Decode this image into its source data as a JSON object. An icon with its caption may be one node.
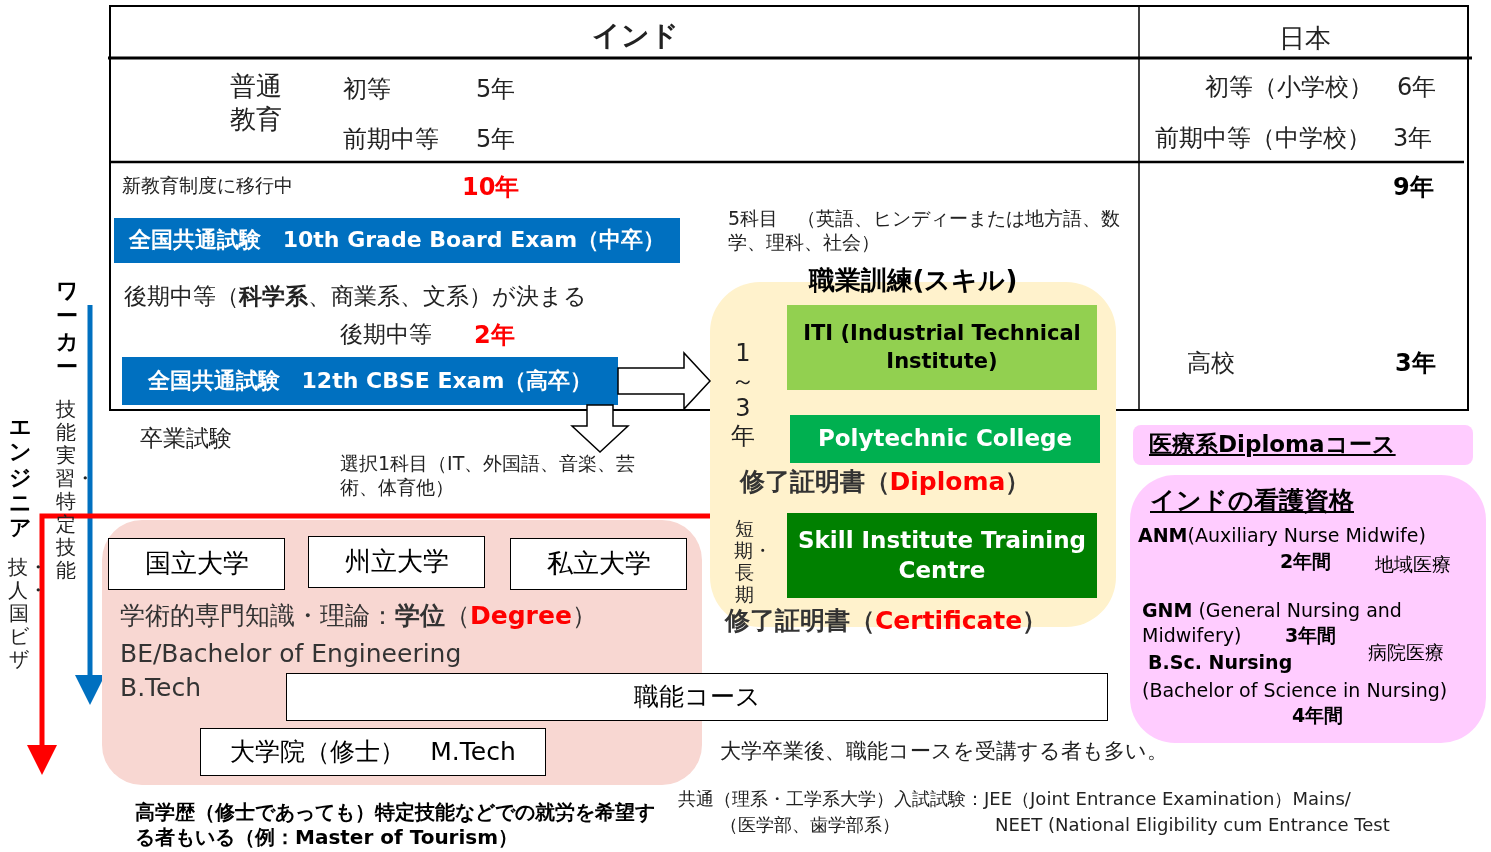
{
  "diagram": {
    "nodes": [
      {
        "text": [
          "全国共通試験　10th Grade Board Exam（中卒）"
        ]
      },
      {
        "text": [
          "全国共通試験　12th CBSE Exam（高卒）"
        ]
      },
      {
        "text": [
          "職業訓練(スキル)"
        ]
      },
      {
        "text": [
          "ITI (Industrial Technical Institute)"
        ],
        "in": 2
      },
      {
        "text": [
          "Polytechnic College"
        ],
        "in": 2,
        "beside": [
          "修了証明書（*Diploma*）"
        ]
      },
      {
        "text": [
          "Skill Institute Training Centre"
        ],
        "in": 2,
        "beside": [
          "修了証明書（*Certificate*）"
        ]
      },
      {
        "text": [
          "学術的専門知識・理論：**学位**（*Degree*）",
          "BE/Bachelor of Engineering",
          "B.Tech"
        ]
      },
      {
        "text": [
          "国立大学"
        ],
        "in": 6
      },
      {
        "text": [
          "州立大学"
        ],
        "in": 6
      },
      {
        "text": [
          "私立大学"
        ],
        "in": 6
      },
      {
        "text": [
          "職能コース"
        ]
      },
      {
        "text": [
          "大学院（修士）　M.Tech"
        ],
        "in": 6
      },
      {
        "text": [
          "医療系Diplomaコース"
        ]
      },
      {
        "text": [
          "インドの看護資格",
          "**ANM**(Auxiliary Nurse Midwife)",
          "2年間",
          "地域医療",
          "**GNM** (General Nursing and Midwifery)",
          "3年間",
          "病院医療",
          "B.Sc. Nursing",
          "(Bachelor of Science in Nursing)",
          "4年間"
        ]
      }
    ],
    "edges": [
      {
        "from": 1,
        "to": 2,
        "arrow": "to"
      },
      {
        "from": 1,
        "to": null,
        "arrow": "to"
      }
    ],
    "labels": [
      "インド",
      "日本",
      "普通教育",
      "初等",
      "5年",
      "初等（小学校）",
      "6年",
      "前期中等",
      "5年",
      "前期中等（中学校）",
      "3年",
      "新教育制度に移行中",
      "10年",
      "9年",
      "5科目　（英語、ヒンディーまたは地方語、数学、理科、社会）",
      "後期中等（**科学系**、商業系、文系）が決まる",
      "後期中等",
      "2年",
      "高校",
      "3年",
      "卒業試験",
      "選択1科目（IT、外国語、音楽、芸術、体育他）",
      "ワーカー",
      "技能実習・特定技能",
      "エンジニア",
      "技・人・国ビザ",
      "1～3年",
      "短期・長期",
      "大学卒業後、職能コースを受講する者も多い。",
      "高学歴（修士であっても）特定技能などでの就労を希望する者もいる（例：Master of Tourism）",
      "共通（理系・工学系大学）入試試験：JEE（Joint Entrance Examination）Mains/",
      "（医学部、歯学部系）",
      "NEET (National Eligibility cum Entrance Test"
    ]
  }
}
